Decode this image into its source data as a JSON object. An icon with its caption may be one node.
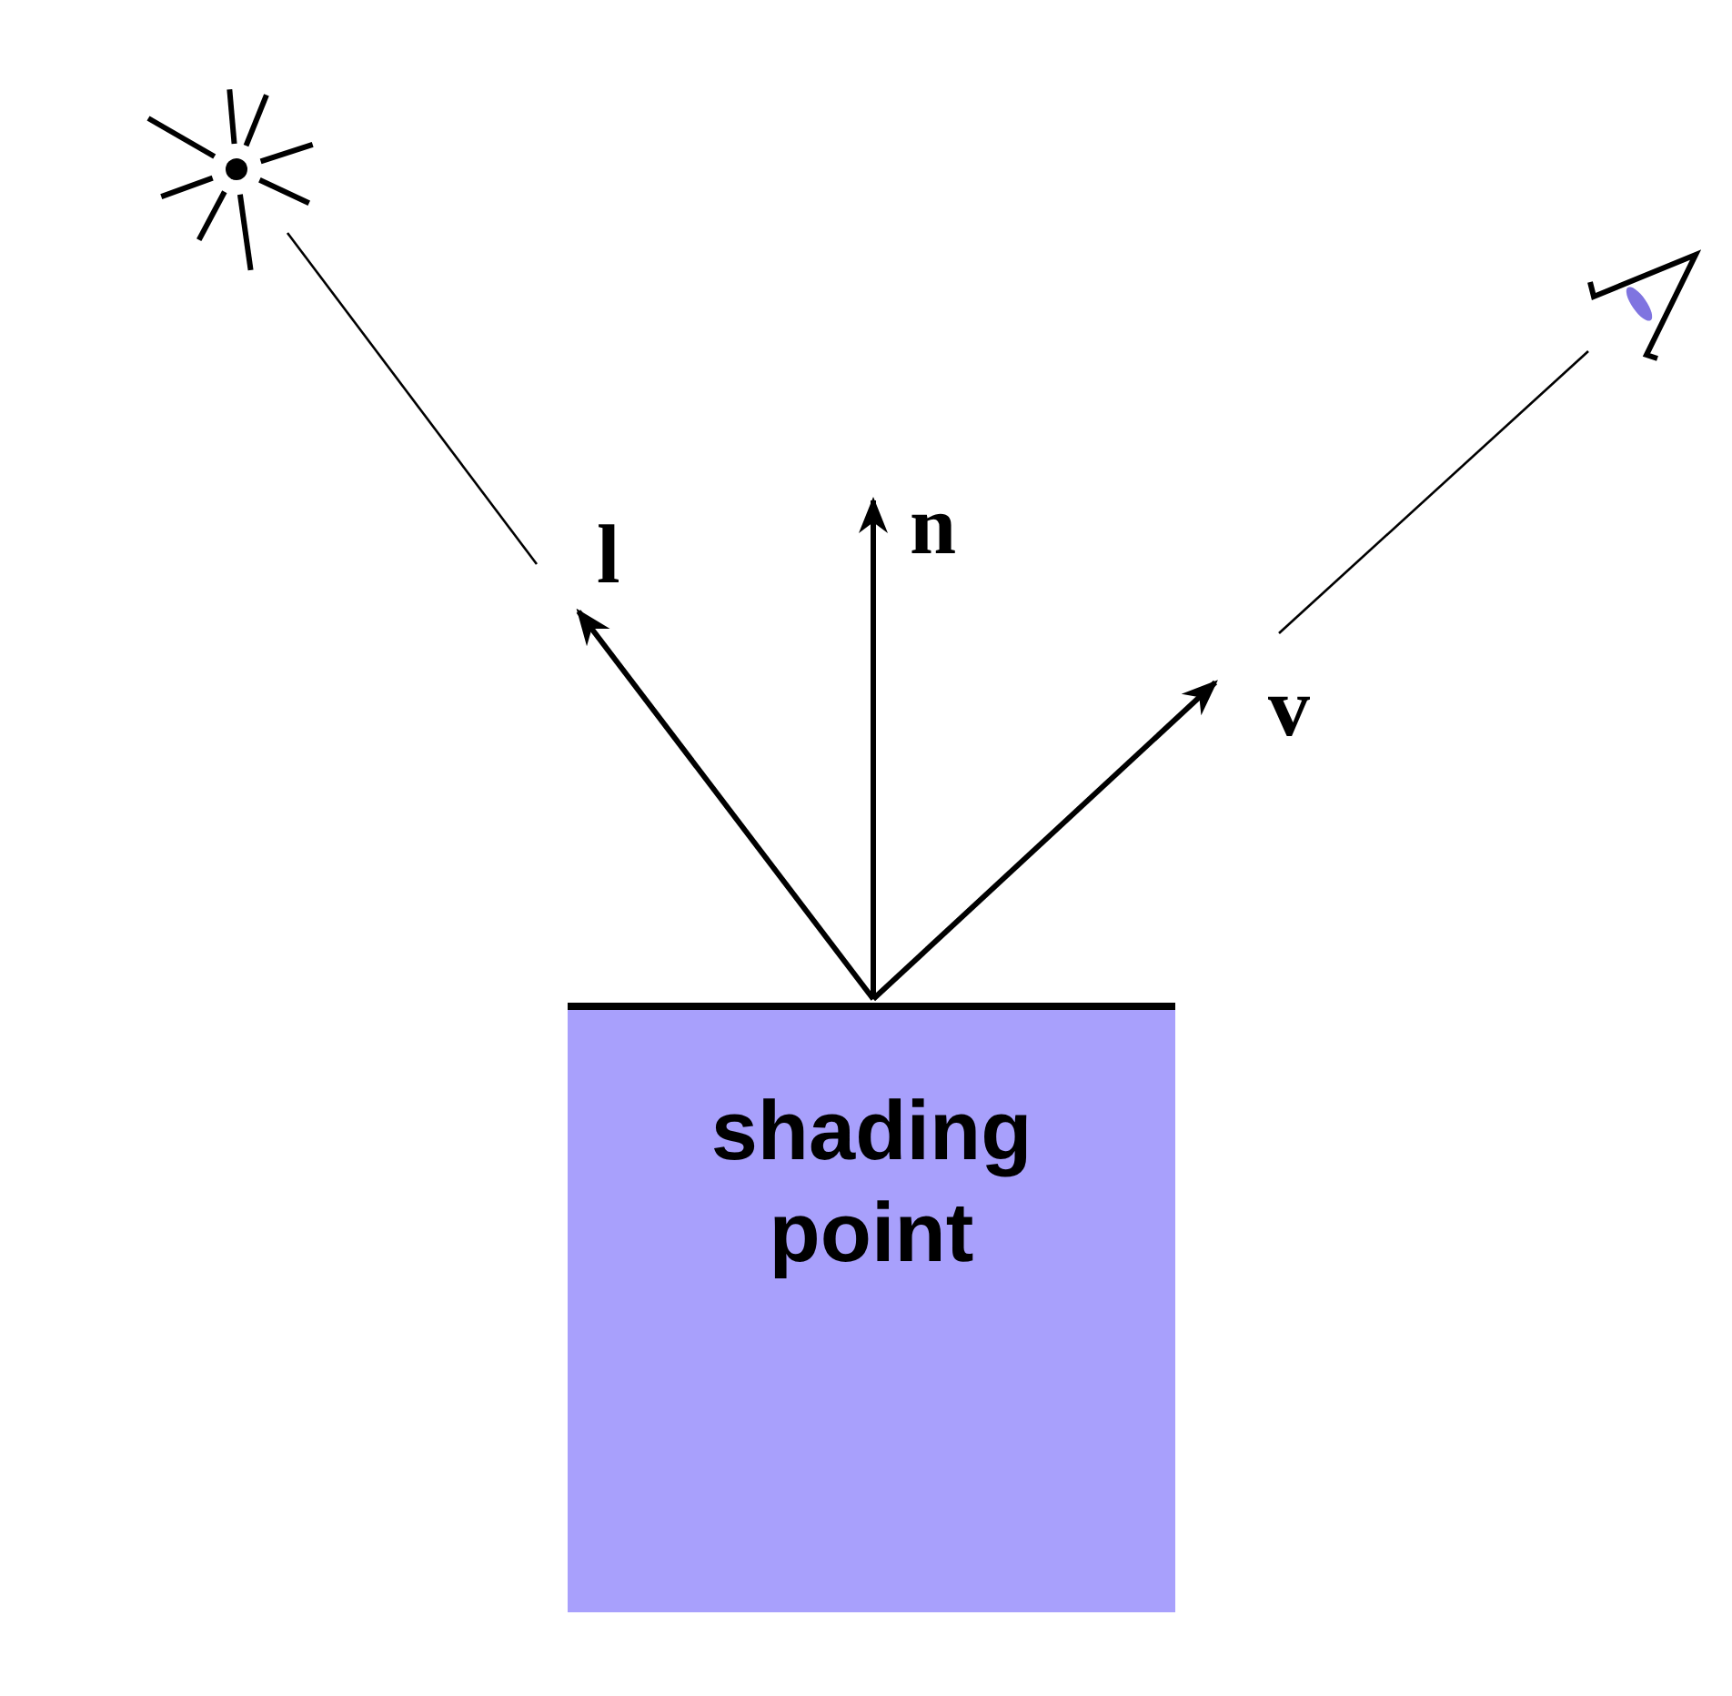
{
  "diagram": {
    "nodes": [
      {
        "text": [
          "shading point"
        ]
      },
      {
        "text": [],
        "shape": "sun"
      },
      {
        "text": [],
        "shape": "eye"
      }
    ],
    "edges": [
      {
        "from": 0,
        "to": null,
        "arrow": "to",
        "label": "l"
      },
      {
        "from": 0,
        "to": null,
        "arrow": "to",
        "label": "n"
      },
      {
        "from": 0,
        "to": null,
        "arrow": "to",
        "label": "v"
      },
      {
        "from": 1,
        "to": null,
        "arrow": "none"
      },
      {
        "from": 2,
        "to": null,
        "arrow": "none"
      }
    ]
  }
}
